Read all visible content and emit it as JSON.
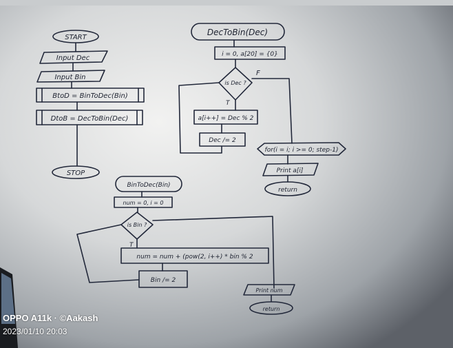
{
  "flowchart_main": {
    "start": "START",
    "input_dec": "Input Dec",
    "input_bin": "Input Bin",
    "btod": "BtoD = BinToDec(Bin)",
    "dtob": "DtoB = DecToBin(Dec)",
    "stop": "STOP"
  },
  "flowchart_dectobin": {
    "title": "DecToBin(Dec)",
    "init": "i = 0, a[20] = {0}",
    "decision": "is Dec ?",
    "true_label": "T",
    "false_label": "F",
    "assign": "a[i++] = Dec % 2",
    "divide": "Dec /= 2",
    "loop": "for(i = i; i >= 0; step-1)",
    "print": "Print a[i]",
    "return": "return"
  },
  "flowchart_bintodec": {
    "title": "BinToDec(Bin)",
    "init": "num = 0, i = 0",
    "decision": "is Bin ?",
    "true_label": "T",
    "accumulate": "num = num + (pow(2, i++) * bin % 2",
    "divide": "Bin /= 2",
    "print": "Print num",
    "return": "return"
  },
  "watermark": {
    "device": "OPPO A11k · ©Aakash",
    "datetime": "2023/01/10 20:03"
  }
}
